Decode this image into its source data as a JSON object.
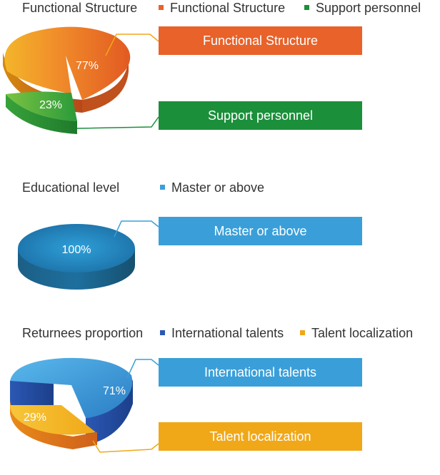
{
  "colors": {
    "orange": "#e8622a",
    "green": "#1b8f3a",
    "blue": "#3a9fd9",
    "darkblue": "#2b58b4",
    "yellow": "#f0a818",
    "text": "#333333"
  },
  "chart_data": [
    {
      "type": "pie",
      "title": "Functional Structure",
      "categories": [
        "Functional Structure",
        "Support personnel"
      ],
      "values": [
        77,
        23
      ],
      "value_labels": [
        "77%",
        "23%"
      ],
      "legend_position": "top"
    },
    {
      "type": "pie",
      "title": "Educational level",
      "categories": [
        "Master or above"
      ],
      "values": [
        100
      ],
      "value_labels": [
        "100%"
      ],
      "legend_position": "top"
    },
    {
      "type": "pie",
      "title": "Returnees proportion",
      "categories": [
        "International talents",
        "Talent localization"
      ],
      "values": [
        71,
        29
      ],
      "value_labels": [
        "71%",
        "29%"
      ],
      "legend_position": "top"
    }
  ]
}
